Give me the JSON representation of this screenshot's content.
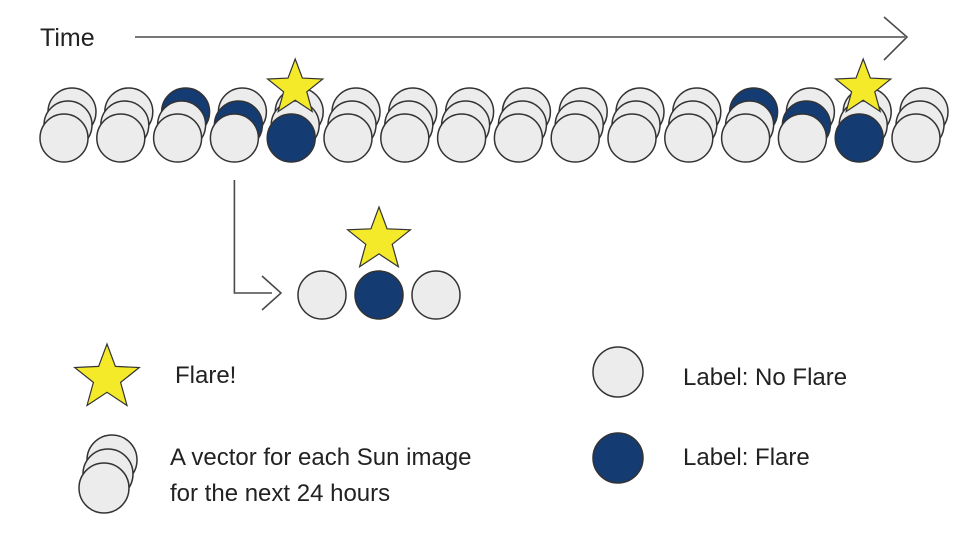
{
  "time_label": "Time",
  "colors": {
    "no_flare": "#ececec",
    "flare": "#143b72",
    "star": "#f4ea2a",
    "outline": "#333333",
    "arrow": "#4a4a4a"
  },
  "icons": [
    "star-icon",
    "circle-icon",
    "stacked-circles-icon"
  ],
  "sequence": {
    "columns": 16,
    "stack_depth": 3,
    "flare_circles": [
      {
        "column": 2,
        "layer": 2
      },
      {
        "column": 3,
        "layer": 1
      },
      {
        "column": 4,
        "layer": 0
      },
      {
        "column": 12,
        "layer": 2
      },
      {
        "column": 13,
        "layer": 1
      },
      {
        "column": 14,
        "layer": 0
      }
    ],
    "star_columns": [
      4,
      14
    ],
    "detail_source_column": 3
  },
  "detail_window": [
    "no_flare",
    "flare",
    "no_flare"
  ],
  "legend": {
    "flare_text": "Flare!",
    "vector_line1": "A vector for each Sun image",
    "vector_line2": "for the next 24 hours",
    "no_flare_text": "Label: No Flare",
    "flare_label_text": "Label: Flare"
  }
}
